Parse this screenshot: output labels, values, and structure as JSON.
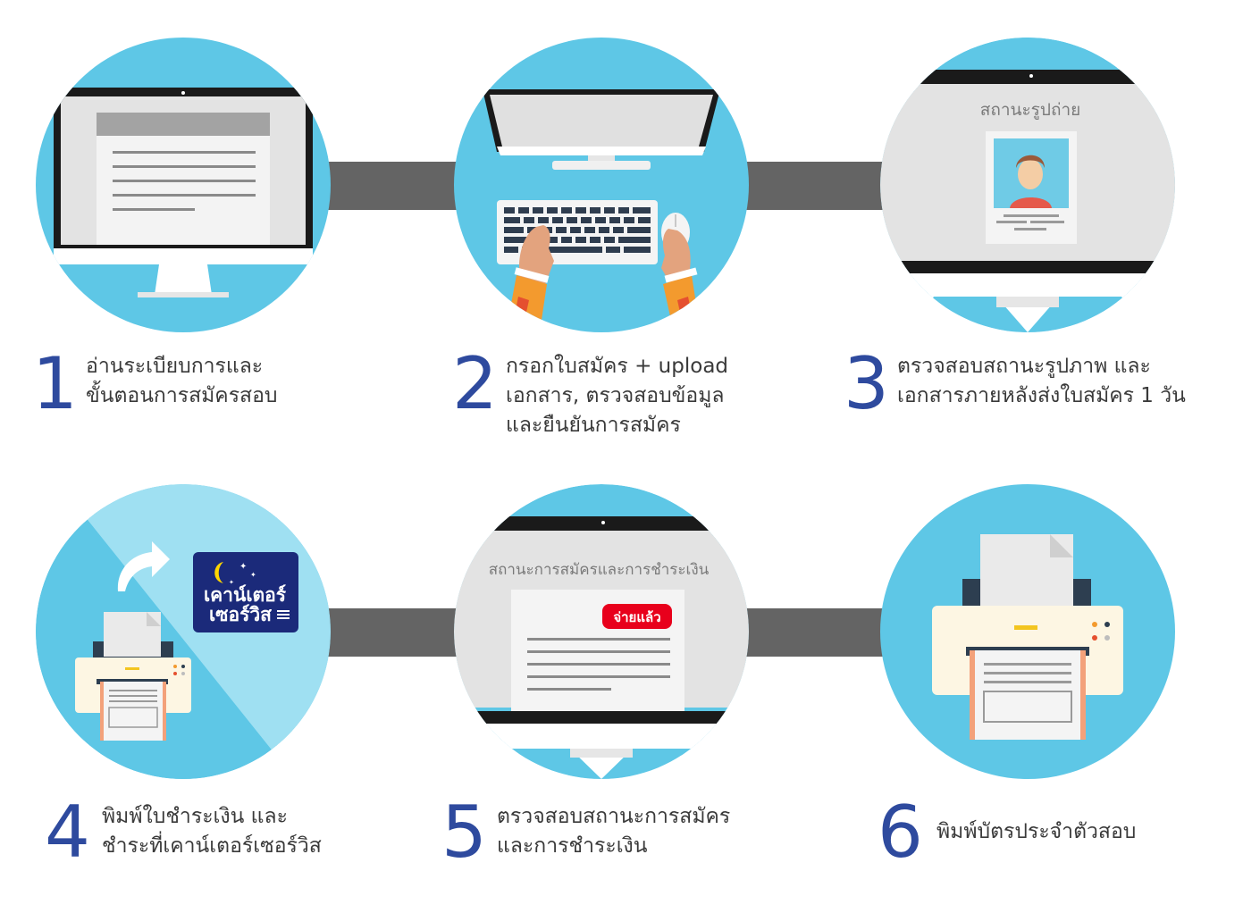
{
  "colors": {
    "circle": "#5ec7e6",
    "circle_light": "#9fe0f2",
    "connector": "#646464",
    "number": "#2e4a9e",
    "text": "#3a3a3a",
    "paid_badge": "#e8001c",
    "counter_service": "#1b2a7a"
  },
  "steps": [
    {
      "number": "1",
      "icon": "monitor-document-icon",
      "lines": [
        "อ่านระเบียบการและ",
        "ขั้นตอนการสมัครสอบ"
      ]
    },
    {
      "number": "2",
      "icon": "computer-keyboard-hands-icon",
      "lines": [
        "กรอกใบสมัคร + upload",
        "เอกสาร, ตรวจสอบข้อมูล",
        "และยืนยันการสมัคร"
      ]
    },
    {
      "number": "3",
      "icon": "photo-status-screen-icon",
      "screen_title": "สถานะรูปถ่าย",
      "lines": [
        "ตรวจสอบสถานะรูปภาพ และ",
        "เอกสารภายหลังส่งใบสมัคร 1 วัน"
      ]
    },
    {
      "number": "4",
      "icon": "printer-counter-service-icon",
      "logo_text": [
        "เคาน์เตอร์",
        "เซอร์วิส"
      ],
      "lines": [
        "พิมพ์ใบชำระเงิน และ",
        "ชำระที่เคาน์เตอร์เซอร์วิส"
      ]
    },
    {
      "number": "5",
      "icon": "payment-status-screen-icon",
      "screen_title": "สถานะการสมัครและการชำระเงิน",
      "badge": "จ่ายแล้ว",
      "lines": [
        "ตรวจสอบสถานะการสมัคร",
        "และการชำระเงิน"
      ]
    },
    {
      "number": "6",
      "icon": "printer-icon",
      "lines": [
        "พิมพ์บัตรประจำตัวสอบ"
      ]
    }
  ]
}
